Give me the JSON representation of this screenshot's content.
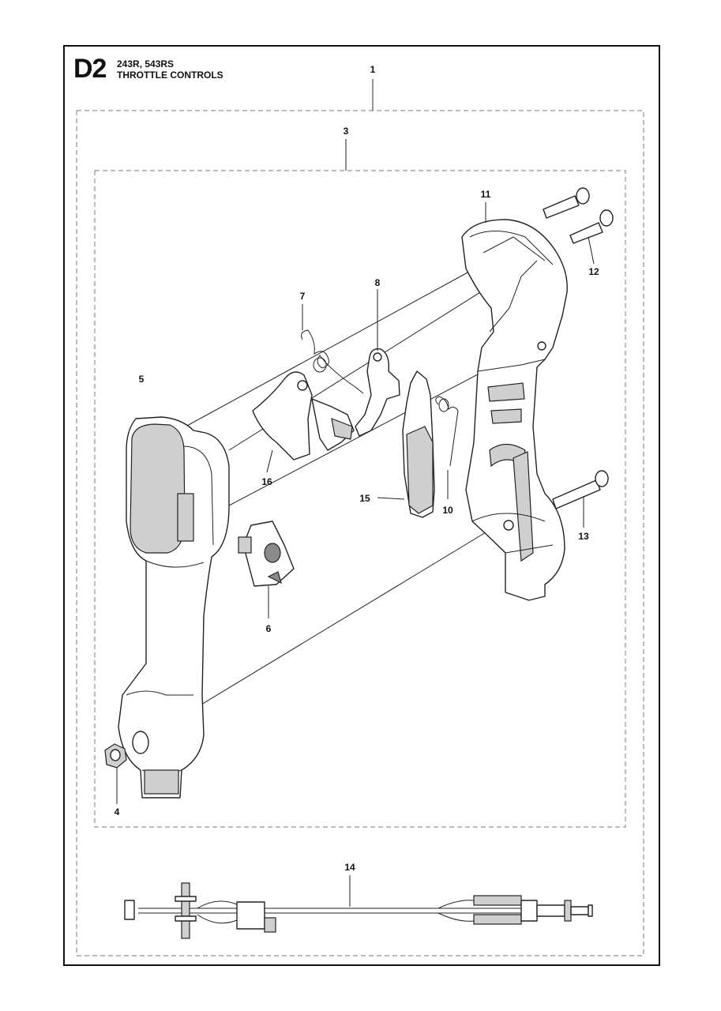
{
  "header": {
    "page_code": "D2",
    "models": "243R, 543RS",
    "title": "THROTTLE CONTROLS"
  },
  "callouts": {
    "c1": "1",
    "c3": "3",
    "c4": "4",
    "c5": "5",
    "c6": "6",
    "c7": "7",
    "c8": "8",
    "c10": "10",
    "c11": "11",
    "c12": "12",
    "c13": "13",
    "c14": "14",
    "c15": "15",
    "c16": "16"
  }
}
